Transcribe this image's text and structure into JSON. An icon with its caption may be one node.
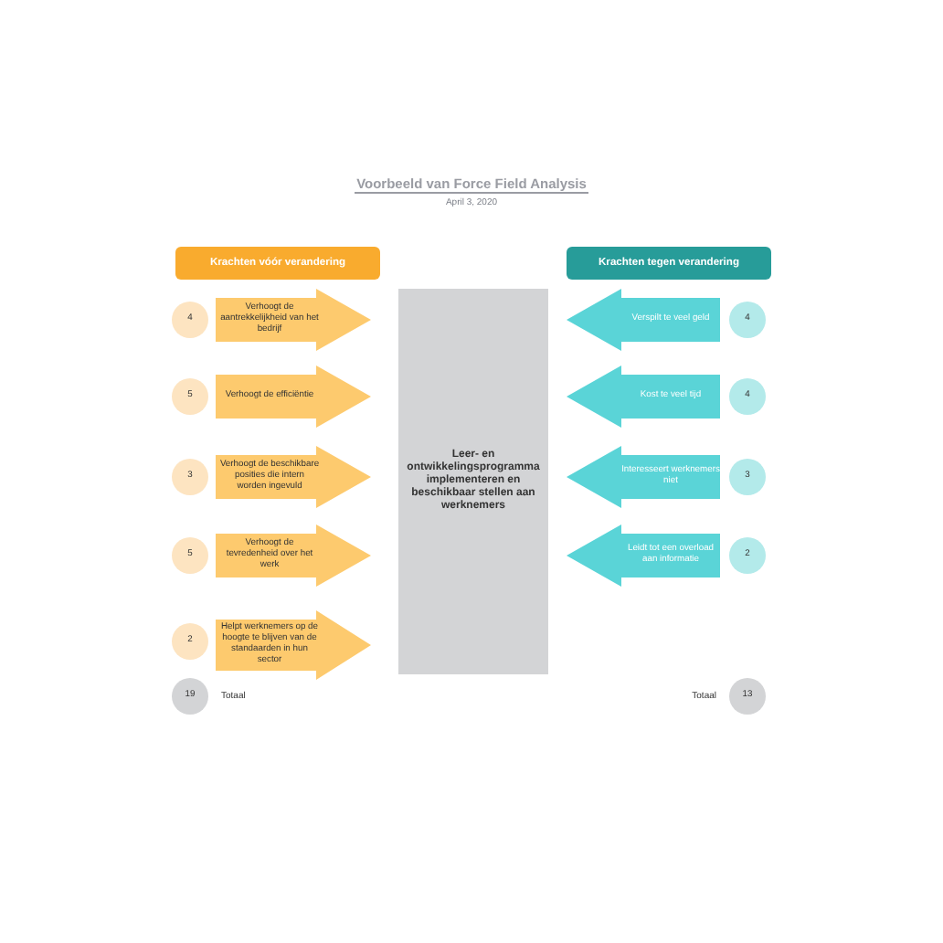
{
  "diagram": {
    "title": "Voorbeeld van Force Field Analysis",
    "nodes": [
      {
        "text": [
          "Krachten vóór verandering"
        ]
      },
      {
        "text": [
          "Krachten tegen verandering"
        ]
      },
      {
        "text": [
          "Leer- en ontwikkelingsprogramma implementeren en beschikbaar stellen aan werknemers"
        ]
      },
      {
        "text": [
          "4"
        ]
      },
      {
        "text": [
          "Verhoogt de aantrekkelijkheid van het bedrijf"
        ]
      },
      {
        "text": [
          "5"
        ]
      },
      {
        "text": [
          "Verhoogt de efficiëntie"
        ]
      },
      {
        "text": [
          "3"
        ]
      },
      {
        "text": [
          "Verhoogt de beschikbare posities die intern worden ingevuld"
        ]
      },
      {
        "text": [
          "5"
        ]
      },
      {
        "text": [
          "Verhoogt de tevredenheid over het werk"
        ]
      },
      {
        "text": [
          "2"
        ]
      },
      {
        "text": [
          "Helpt werknemers op de hoogte te blijven van de standaarden in hun sector"
        ]
      },
      {
        "text": [
          "19"
        ],
        "beside": [
          "Totaal"
        ]
      },
      {
        "text": [
          "Verspilt te veel geld"
        ]
      },
      {
        "text": [
          "4"
        ]
      },
      {
        "text": [
          "Kost te veel tijd"
        ]
      },
      {
        "text": [
          "4"
        ]
      },
      {
        "text": [
          "Interesseert werknemers niet"
        ]
      },
      {
        "text": [
          "3"
        ]
      },
      {
        "text": [
          "Leidt tot een overload aan informatie"
        ]
      },
      {
        "text": [
          "2"
        ]
      },
      {
        "text": [
          "13"
        ],
        "beside": [
          "Totaal"
        ]
      }
    ],
    "labels": [
      "April 3, 2020"
    ]
  }
}
